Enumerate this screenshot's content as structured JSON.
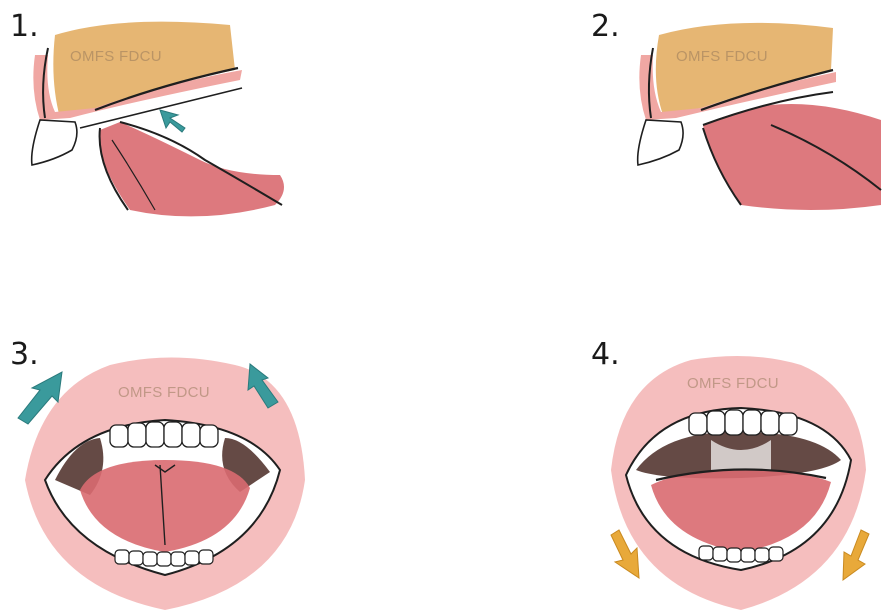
{
  "panels": [
    {
      "number": "1.",
      "watermark": "OMFS FDCU",
      "arrow_color": "#3a9a9c"
    },
    {
      "number": "2.",
      "watermark": "OMFS FDCU"
    },
    {
      "number": "3.",
      "watermark": "OMFS FDCU",
      "arrow_color": "#3a9a9c"
    },
    {
      "number": "4.",
      "watermark": "OMFS FDCU",
      "arrow_color": "#e8a93a"
    }
  ],
  "colors": {
    "bone": "#e2a95a",
    "lip_pink": "#f3b3b3",
    "tongue": "#d96a70",
    "teeth": "#ffffff",
    "shadow": "#4a2a24"
  }
}
